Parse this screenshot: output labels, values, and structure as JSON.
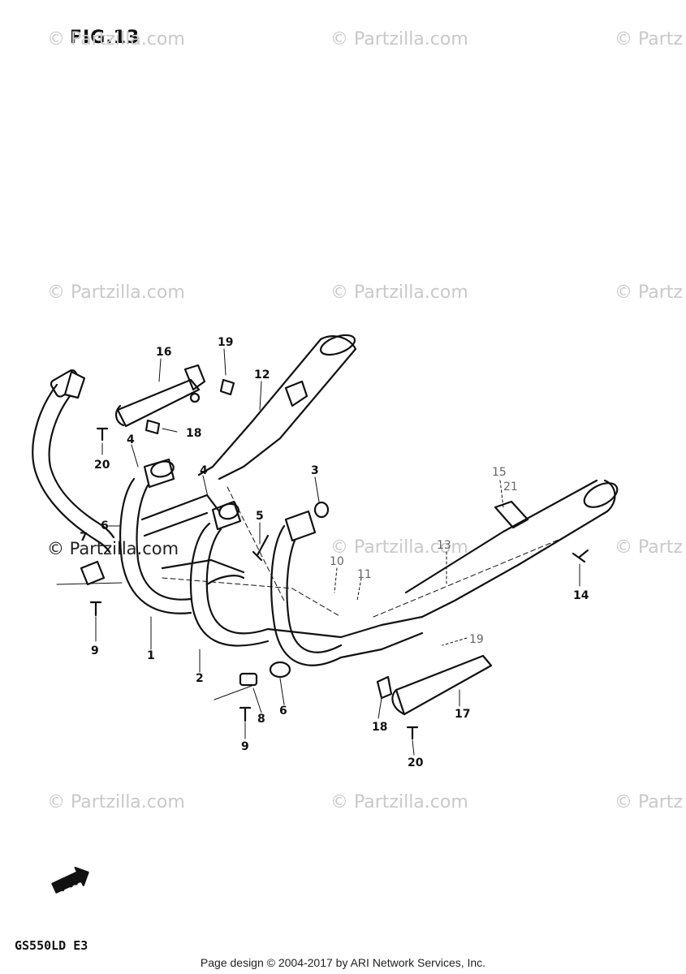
{
  "figure": {
    "title": "FIG.13"
  },
  "watermark": {
    "text": "© Partzilla.com",
    "text_cut": "© Partz"
  },
  "model_code": "GS550LD E3",
  "footer": {
    "text": "Page design © 2004-2017 by ARI Network Services, Inc."
  },
  "fwd_arrow_label": "FWD",
  "callouts": {
    "c1": "1",
    "c2": "2",
    "c3": "3",
    "c4a": "4",
    "c4b": "4",
    "c5": "5",
    "c6a": "6",
    "c6b": "6",
    "c7": "7",
    "c8": "8",
    "c9a": "9",
    "c9b": "9",
    "c10": "10",
    "c11": "11",
    "c12": "12",
    "c13": "13",
    "c14": "14",
    "c15": "15",
    "c16": "16",
    "c17": "17",
    "c18a": "18",
    "c18b": "18",
    "c19a": "19",
    "c19b": "19",
    "c20a": "20",
    "c20b": "20",
    "c21": "21"
  },
  "colors": {
    "ink": "#111111",
    "watermark": "#c9c9c9"
  }
}
